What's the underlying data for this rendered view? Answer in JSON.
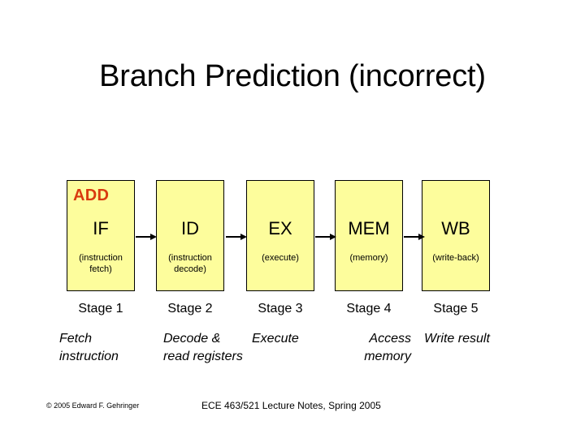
{
  "slide": {
    "title": "Branch Prediction (incorrect)",
    "background_color": "#ffffff"
  },
  "diagram": {
    "type": "pipeline",
    "box_fill_color": "#fdfd9c",
    "box_border_color": "#000000",
    "tag_color": "#d93b10",
    "instruction_tag": "ADD",
    "arrow_count": 4,
    "stages": [
      {
        "abbr": "IF",
        "sub": "(instruction fetch)",
        "stage_label": "Stage 1",
        "description": "Fetch instruction"
      },
      {
        "abbr": "ID",
        "sub": "(instruction decode)",
        "stage_label": "Stage 2",
        "description": "Decode & read registers"
      },
      {
        "abbr": "EX",
        "sub": "(execute)",
        "stage_label": "Stage 3",
        "description": "Execute"
      },
      {
        "abbr": "MEM",
        "sub": "(memory)",
        "stage_label": "Stage 4",
        "description": "Access memory"
      },
      {
        "abbr": "WB",
        "sub": "(write-back)",
        "stage_label": "Stage 5",
        "description": "Write result"
      }
    ]
  },
  "footer": {
    "copyright": "© 2005 Edward F. Gehringer",
    "course": "ECE 463/521 Lecture Notes, Spring 2005"
  }
}
